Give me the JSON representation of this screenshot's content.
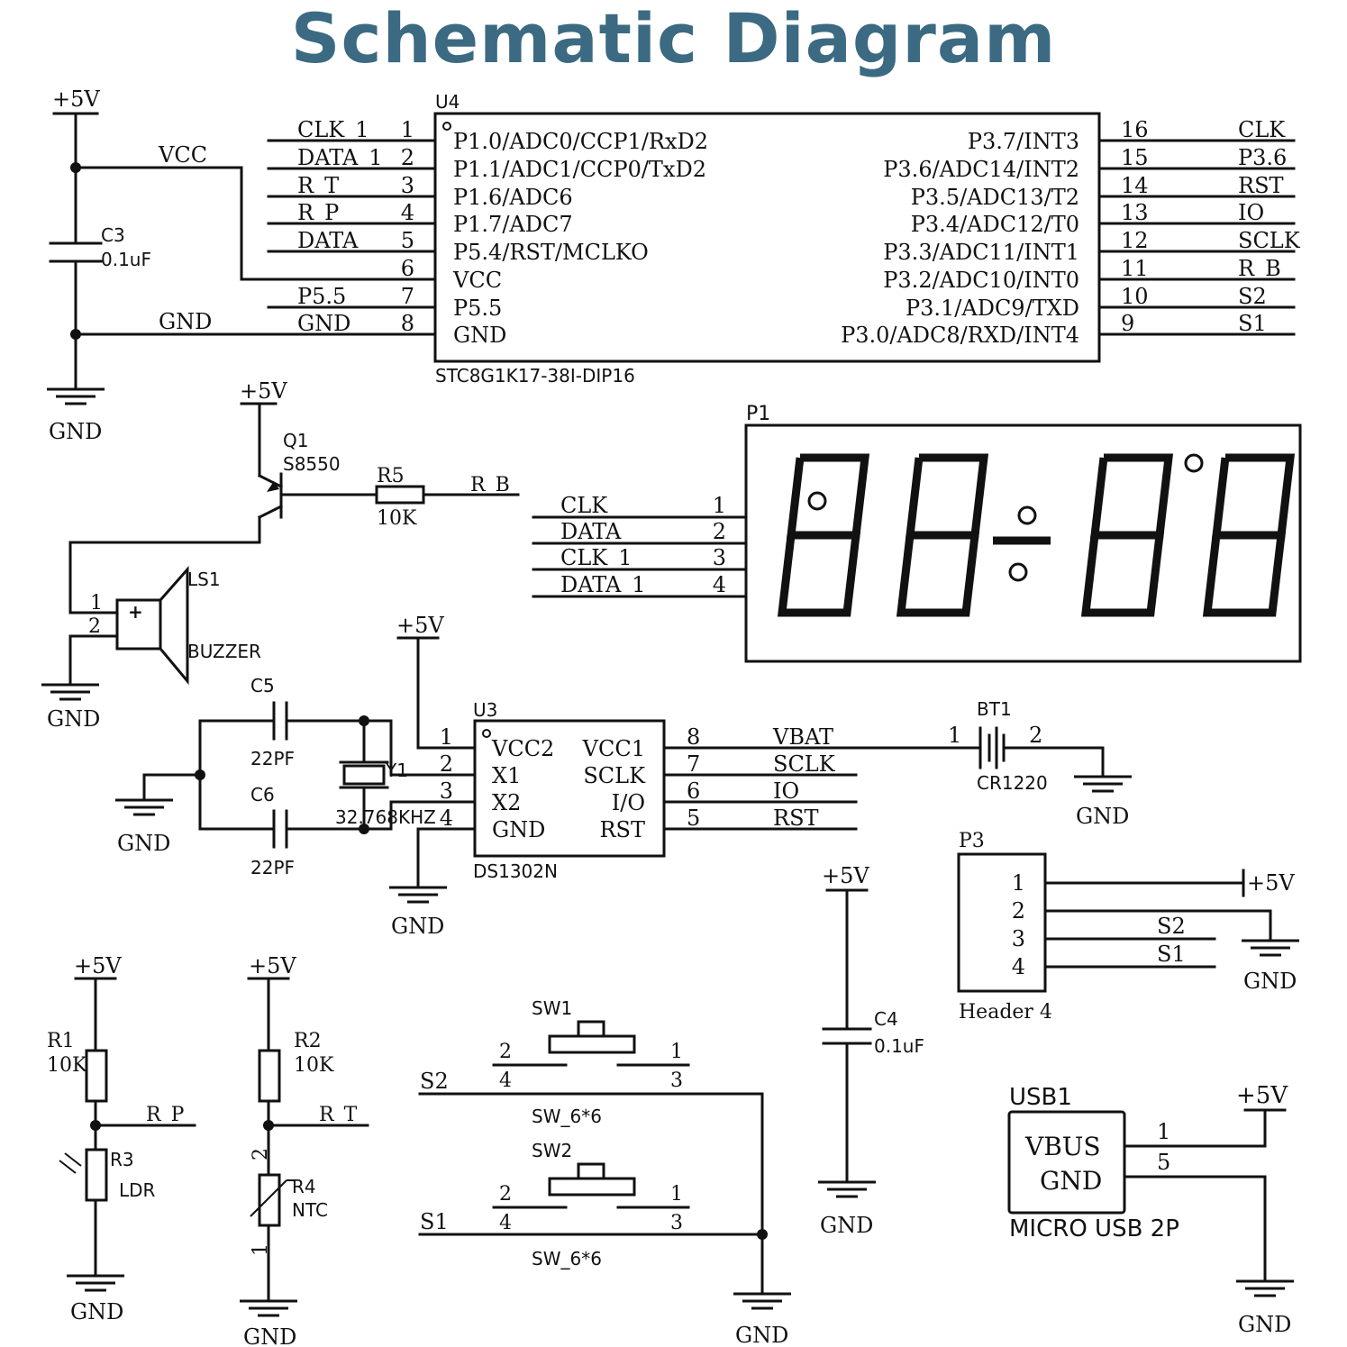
{
  "title": "Schematic Diagram",
  "u4": {
    "ref": "U4",
    "part": "STC8G1K17-38I-DIP16",
    "left_nets": [
      "CLK_1",
      "DATA_1",
      "R_T",
      "R_P",
      "DATA",
      "",
      "P5.5",
      "GND"
    ],
    "left_pins": [
      "1",
      "2",
      "3",
      "4",
      "5",
      "6",
      "7",
      "8"
    ],
    "left_names": [
      "P1.0/ADC0/CCP1/RxD2",
      "P1.1/ADC1/CCP0/TxD2",
      "P1.6/ADC6",
      "P1.7/ADC7",
      "P5.4/RST/MCLKO",
      "VCC",
      "P5.5",
      "GND"
    ],
    "right_names": [
      "P3.7/INT3",
      "P3.6/ADC14/INT2",
      "P3.5/ADC13/T2",
      "P3.4/ADC12/T0",
      "P3.3/ADC11/INT1",
      "P3.2/ADC10/INT0",
      "P3.1/ADC9/TXD",
      "P3.0/ADC8/RXD/INT4"
    ],
    "right_pins": [
      "16",
      "15",
      "14",
      "13",
      "12",
      "11",
      "10",
      "9"
    ],
    "right_nets": [
      "CLK",
      "P3.6",
      "RST",
      "IO",
      "SCLK",
      "R_B",
      "S2",
      "S1"
    ]
  },
  "c3": {
    "ref": "C3",
    "value": "0.1uF",
    "vcc": "VCC",
    "gnd_net": "GND",
    "plus5": "+5V",
    "gnd": "GND"
  },
  "q1": {
    "ref": "Q1",
    "part": "S8550",
    "plus5": "+5V"
  },
  "r5": {
    "ref": "R5",
    "value": "10K",
    "net": "R_B"
  },
  "ls1": {
    "ref": "LS1",
    "part": "BUZZER",
    "pin1": "1",
    "pin2": "2",
    "plus": "+",
    "gnd": "GND"
  },
  "p1": {
    "ref": "P1",
    "nets": [
      "CLK",
      "DATA",
      "CLK_1",
      "DATA_1"
    ],
    "pins": [
      "1",
      "2",
      "3",
      "4"
    ]
  },
  "u3": {
    "ref": "U3",
    "part": "DS1302N",
    "plus5": "+5V",
    "gnd": "GND",
    "left_pins": [
      "1",
      "2",
      "3",
      "4"
    ],
    "left_names": [
      "VCC2",
      "X1",
      "X2",
      "GND"
    ],
    "right_names": [
      "VCC1",
      "SCLK",
      "I/O",
      "RST"
    ],
    "right_pins": [
      "8",
      "7",
      "6",
      "5"
    ],
    "right_nets": [
      "VBAT",
      "SCLK",
      "IO",
      "RST"
    ]
  },
  "c5": {
    "ref": "C5",
    "value": "22PF"
  },
  "c6": {
    "ref": "C6",
    "value": "22PF",
    "gnd": "GND"
  },
  "y1": {
    "ref": "Y1",
    "value": "32.768KHZ"
  },
  "bt1": {
    "ref": "BT1",
    "part": "CR1220",
    "pin1": "1",
    "pin2": "2",
    "gnd": "GND"
  },
  "p3": {
    "ref": "P3",
    "part": "Header 4",
    "pins": [
      "1",
      "2",
      "3",
      "4"
    ],
    "plus5": "+5V",
    "s2": "S2",
    "s1": "S1",
    "gnd": "GND"
  },
  "c4": {
    "ref": "C4",
    "value": "0.1uF",
    "plus5": "+5V",
    "gnd": "GND"
  },
  "r1": {
    "ref": "R1",
    "value": "10K",
    "plus5": "+5V",
    "net": "R_P"
  },
  "r3": {
    "ref": "R3",
    "part": "LDR",
    "gnd": "GND"
  },
  "r2": {
    "ref": "R2",
    "value": "10K",
    "plus5": "+5V",
    "net": "R_T"
  },
  "r4": {
    "ref": "R4",
    "part": "NTC",
    "pin2": "2",
    "pin1": "1",
    "gnd": "GND"
  },
  "sw1": {
    "ref": "SW1",
    "part": "SW_6*6",
    "p2": "2",
    "p1": "1",
    "p4": "4",
    "p3": "3",
    "net": "S2"
  },
  "sw2": {
    "ref": "SW2",
    "part": "SW_6*6",
    "p2": "2",
    "p1": "1",
    "p4": "4",
    "p3": "3",
    "net": "S1",
    "gnd": "GND"
  },
  "usb1": {
    "ref": "USB1",
    "vbus": "VBUS",
    "gnd_pin": "GND",
    "part": "MICRO USB 2P",
    "pin1": "1",
    "pin5": "5",
    "plus5": "+5V",
    "gnd": "GND"
  }
}
